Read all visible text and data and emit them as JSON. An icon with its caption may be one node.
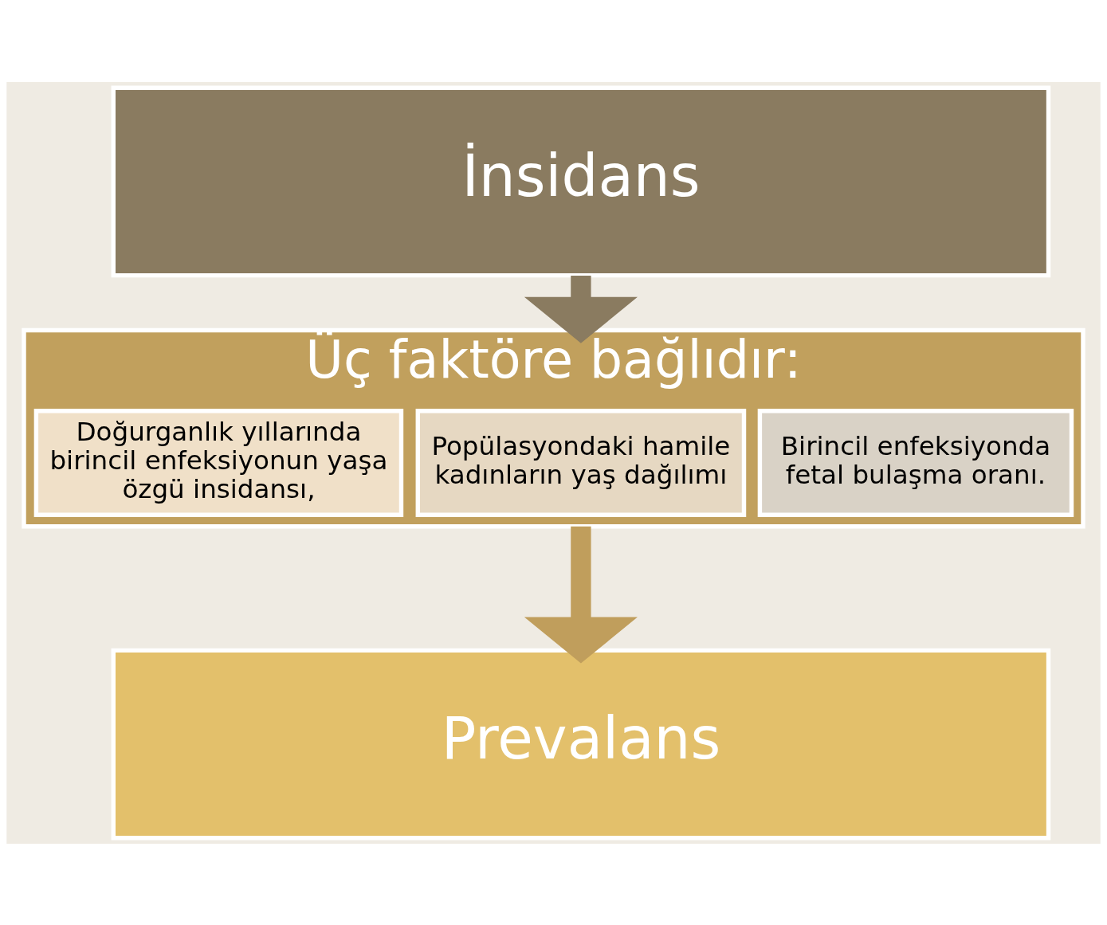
{
  "diagram": {
    "nodes": [
      {
        "text": [
          "İnsidans"
        ]
      },
      {
        "text": [
          "Üç faktöre bağlıdır:"
        ]
      },
      {
        "text": [
          "Doğurganlık yıllarında birincil enfeksiyonun yaşa özgü insidansı,"
        ],
        "in": 1
      },
      {
        "text": [
          "Popülasyondaki hamile kadınların yaş dağılımı"
        ],
        "in": 1
      },
      {
        "text": [
          "Birincil enfeksiyonda fetal bulaşma oranı."
        ],
        "in": 1
      },
      {
        "text": [
          "Prevalans"
        ]
      }
    ],
    "edges": [
      {
        "from": 0,
        "to": 1,
        "arrow": "to",
        "color": "#8a7b60"
      },
      {
        "from": 1,
        "to": 5,
        "arrow": "to",
        "color": "#c09e5c"
      }
    ]
  }
}
